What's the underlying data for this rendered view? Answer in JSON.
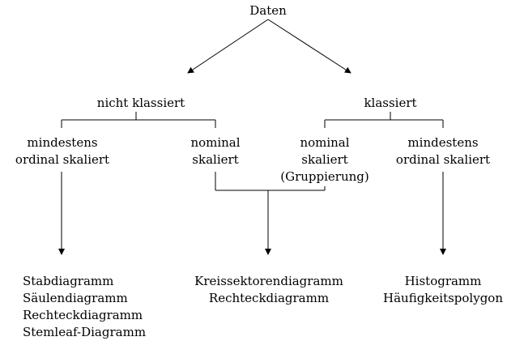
{
  "root": "Daten",
  "branches": {
    "left": "nicht klassiert",
    "right": "klassiert"
  },
  "categories": [
    {
      "id": "lk-ordinal",
      "lines": [
        "mindestens",
        "ordinal skaliert"
      ]
    },
    {
      "id": "lk-nominal",
      "lines": [
        "nominal",
        "skaliert"
      ]
    },
    {
      "id": "k-nominal",
      "lines": [
        "nominal",
        "skaliert",
        "(Gruppierung)"
      ]
    },
    {
      "id": "k-ordinal",
      "lines": [
        "mindestens",
        "ordinal skaliert"
      ]
    }
  ],
  "outputs": [
    {
      "id": "out-left",
      "lines": [
        "Stabdiagramm",
        "Säulendiagramm",
        "Rechteckdiagramm",
        "Stemleaf-Diagramm"
      ]
    },
    {
      "id": "out-middle",
      "lines": [
        "Kreissektorendiagramm",
        "Rechteckdiagramm"
      ]
    },
    {
      "id": "out-right",
      "lines": [
        "Histogramm",
        "Häufigkeitspolygon"
      ]
    }
  ]
}
